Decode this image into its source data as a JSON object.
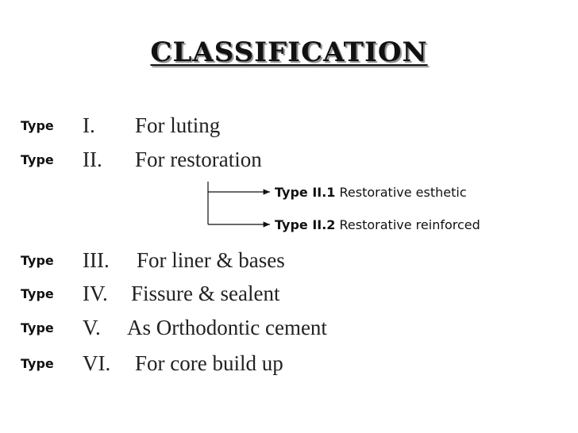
{
  "title": "CLASSIFICATION",
  "types": [
    {
      "label": "Type",
      "numeral": "I.",
      "description": "For luting"
    },
    {
      "label": "Type",
      "numeral": "II.",
      "description": "For restoration"
    },
    {
      "label": "Type",
      "numeral": "III.",
      "description": "For liner & bases"
    },
    {
      "label": "Type",
      "numeral": "IV.",
      "description": "Fissure & sealent"
    },
    {
      "label": "Type",
      "numeral": "V.",
      "description": "As Orthodontic cement"
    },
    {
      "label": "Type",
      "numeral": "VI.",
      "description": "For core build up"
    }
  ],
  "subtypes": [
    {
      "code": "Type II.1",
      "description": "Restorative esthetic"
    },
    {
      "code": "Type II.2",
      "description": "Restorative reinforced"
    }
  ]
}
